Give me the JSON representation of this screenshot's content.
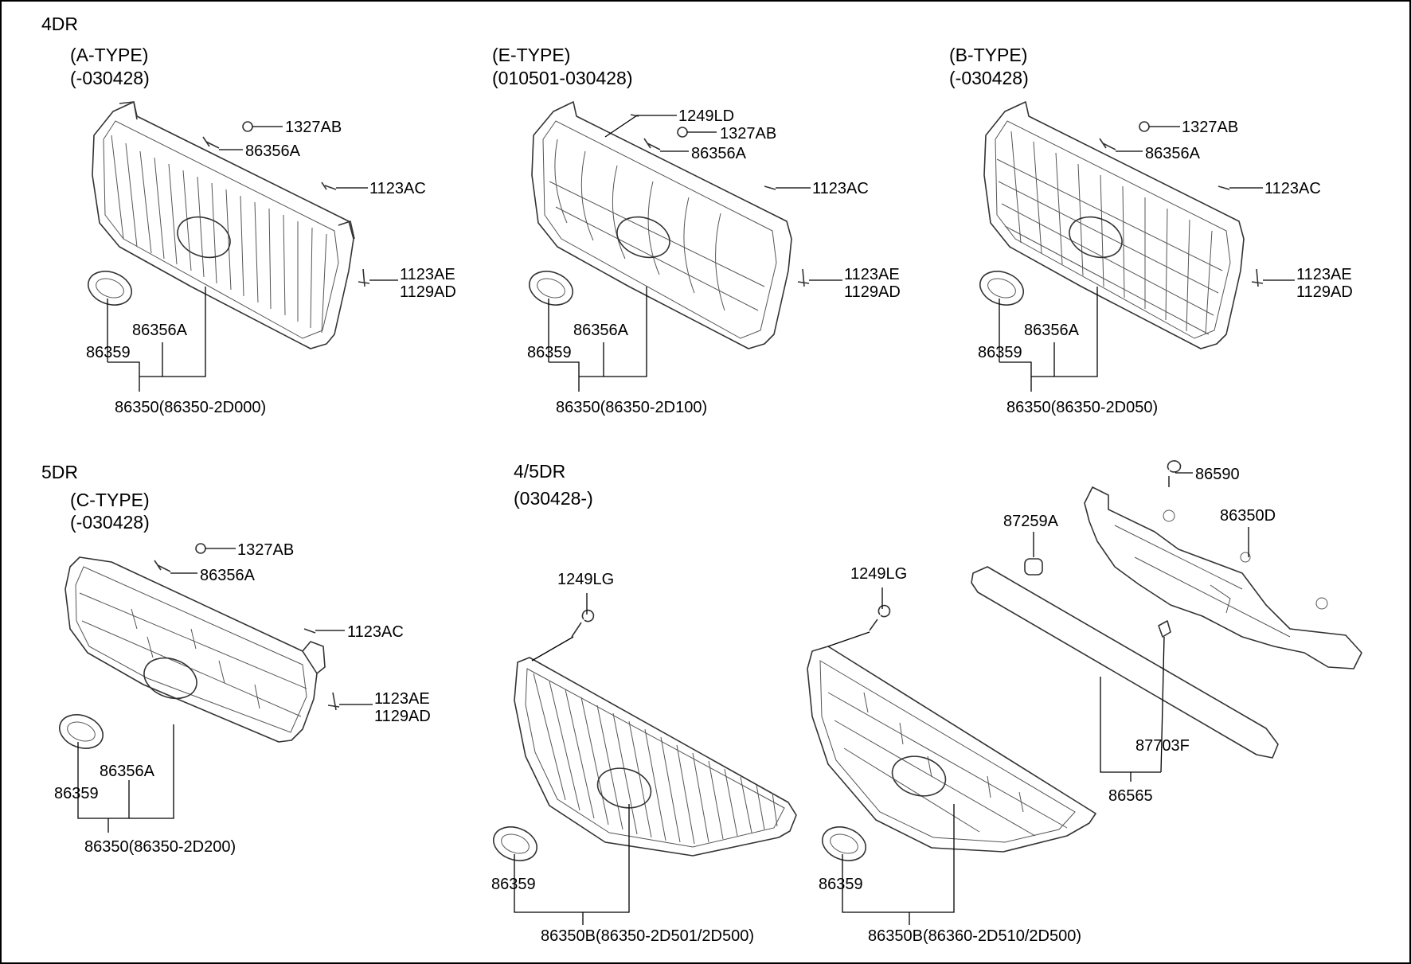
{
  "sections": {
    "a": {
      "door": "4DR",
      "type": "(A-TYPE)",
      "range": "(-030428)",
      "labels": {
        "nut": "1327AB",
        "screw": "86356A",
        "clip": "1123AC",
        "bolt1": "1123AE",
        "bolt2": "1129AD",
        "screw2": "86356A",
        "emblem": "86359",
        "assy": "86350(86350-2D000)"
      }
    },
    "e": {
      "type": "(E-TYPE)",
      "range": "(010501-030428)",
      "labels": {
        "pin": "1249LD",
        "nut": "1327AB",
        "screw": "86356A",
        "clip": "1123AC",
        "bolt1": "1123AE",
        "bolt2": "1129AD",
        "screw2": "86356A",
        "emblem": "86359",
        "assy": "86350(86350-2D100)"
      }
    },
    "b": {
      "type": "(B-TYPE)",
      "range": "(-030428)",
      "labels": {
        "nut": "1327AB",
        "screw": "86356A",
        "clip": "1123AC",
        "bolt1": "1123AE",
        "bolt2": "1129AD",
        "screw2": "86356A",
        "emblem": "86359",
        "assy": "86350(86350-2D050)"
      }
    },
    "c": {
      "door": "5DR",
      "type": "(C-TYPE)",
      "range": "(-030428)",
      "labels": {
        "nut": "1327AB",
        "screw": "86356A",
        "clip": "1123AC",
        "bolt1": "1123AE",
        "bolt2": "1129AD",
        "screw2": "86356A",
        "emblem": "86359",
        "assy": "86350(86350-2D200)"
      }
    },
    "f": {
      "door": "4/5DR",
      "range": "(030428-)",
      "labels": {
        "screw1": "1249LG",
        "emblem1": "86359",
        "assy1": "86350B(86350-2D501/2D500)",
        "screw2": "1249LG",
        "emblem2": "86359",
        "assy2": "86350B(86360-2D510/2D500)",
        "fastener": "86590",
        "bracket": "86350D",
        "cap": "87259A",
        "clip": "87703F",
        "molding": "86565"
      }
    }
  }
}
